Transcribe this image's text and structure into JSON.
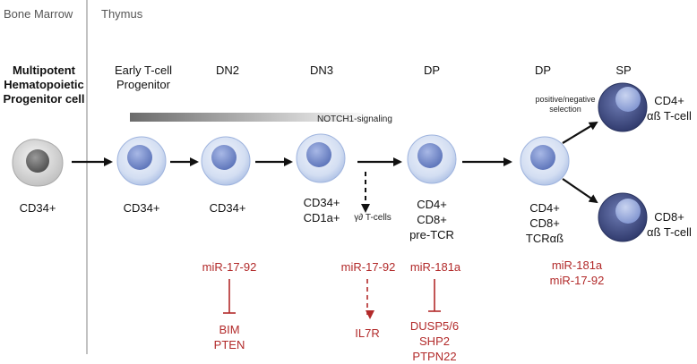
{
  "regions": {
    "bone_marrow": "Bone Marrow",
    "thymus": "Thymus"
  },
  "stages": {
    "mpp": [
      "Multipotent",
      "Hematopoietic",
      "Progenitor cell"
    ],
    "etp": [
      "Early T-cell",
      "Progenitor"
    ],
    "dn2": "DN2",
    "dn3": "DN3",
    "dp1": "DP",
    "dp2": "DP",
    "sp": "SP"
  },
  "signaling": {
    "notch1": "NOTCH1-signaling"
  },
  "selection": [
    "positive/negative",
    "selection"
  ],
  "gamma_delta": "γ∂ T-cells",
  "markers": {
    "mpp": [
      "CD34+"
    ],
    "etp": [
      "CD34+"
    ],
    "dn2": [
      "CD34+"
    ],
    "dn3": [
      "CD34+",
      "CD1a+"
    ],
    "dp1": [
      "CD4+",
      "CD8+",
      "pre-TCR"
    ],
    "dp2": [
      "CD4+",
      "CD8+",
      "TCRαß"
    ],
    "sp_cd4": [
      "CD4+",
      "αß T-cell"
    ],
    "sp_cd8": [
      "CD8+",
      "αß T-cell"
    ]
  },
  "mirnas": {
    "dn2": "miR-17-92",
    "dn3": "miR-17-92",
    "dp1": "miR-181a",
    "dp2": [
      "miR-181a",
      "miR-17-92"
    ]
  },
  "targets": {
    "dn2": [
      "BIM",
      "PTEN"
    ],
    "dn3": [
      "IL7R"
    ],
    "dp1": [
      "DUSP5/6",
      "SHP2",
      "PTPN22"
    ]
  },
  "colors": {
    "mirna_red": "#b22a2a",
    "cell_blue": "#c7d6ef",
    "nucleus_blue": "#6f86c5",
    "sp_cell": "#3c4a82",
    "mpp_cell": "#d9d9d9",
    "mpp_nucleus": "#6a6a6a"
  }
}
